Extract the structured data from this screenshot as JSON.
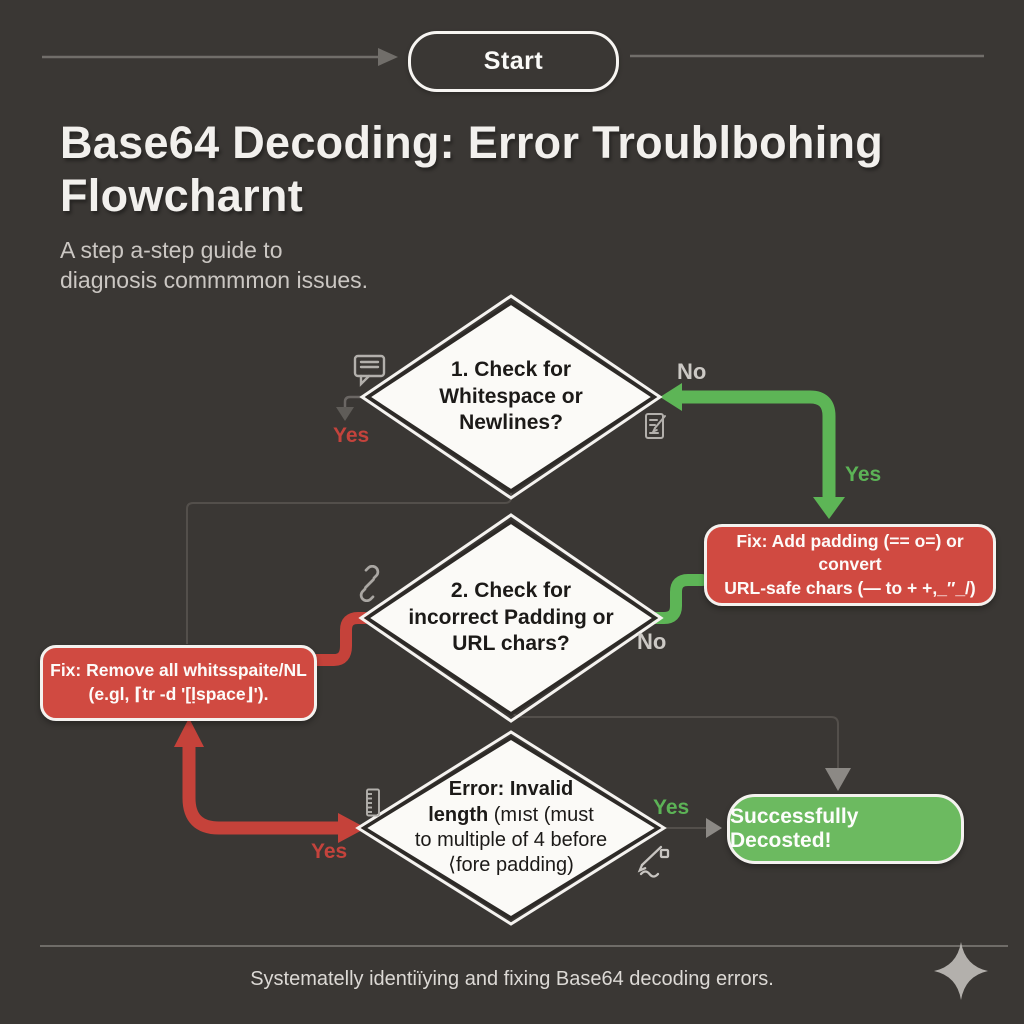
{
  "start": {
    "label": "Start"
  },
  "header": {
    "title_line1": "Base64 Decoding: Error Troublbohing",
    "title_line2": "Flowcharnt",
    "subtitle_line1": "A step a-step guide to",
    "subtitle_line2": "diagnosis commmmon issues."
  },
  "nodes": {
    "d1": {
      "line1": "1. Check for",
      "line2": "Whitespace or Newlines?"
    },
    "d2": {
      "line1": "2. Check for",
      "line2": "incorrect Padding or",
      "line3": "URL chars?"
    },
    "d3": {
      "line1": "Error: Invalid",
      "line2_bold": "length",
      "line2_rest": " (mıst (must",
      "line3": "to multiple of 4 before",
      "line4": "⟨fore padding)"
    }
  },
  "fixes": {
    "whitespace": {
      "line1": "Fix: Remove all whitsspaite/NL",
      "line2": "(e.gl, ⌈tr -d '[ḷspace⌋')."
    },
    "padding": {
      "line1": "Fix: Add padding (== o=) or convert",
      "line2": "URL-safe chars (— to + +,_″_/)"
    }
  },
  "success": {
    "label": "Successfully Decosted!"
  },
  "labels": {
    "d1_no": "No",
    "d1_yes": "Yes",
    "d1_yes_green": "Yes",
    "d2_no": "No",
    "d3_yes_green": "Yes",
    "d3_yes_red": "Yes"
  },
  "footer": {
    "caption": "Systematelly identiïying and fixing Base64 decoding errors."
  },
  "icons": [
    "speech-bubble-icon",
    "edit-document-icon",
    "link-icon",
    "ruler-icon",
    "signature-pen-icon",
    "sparkle-icon"
  ],
  "colors": {
    "background": "#3a3734",
    "diamond_fill": "#fbfaf7",
    "diamond_border": "#2d2a27",
    "red_accent": "#c5423a",
    "red_box": "#d04a41",
    "green_accent": "#5db556",
    "green_box": "#6cba60",
    "gray_line": "#716e6a",
    "faint_line": "#534f4b",
    "label_gray": "#ccc9c5"
  }
}
